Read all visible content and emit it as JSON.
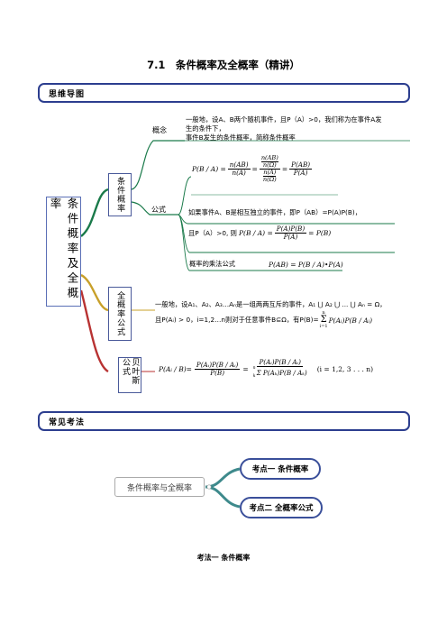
{
  "title": "7.1　条件概率及全概率（精讲）",
  "sections": {
    "mindmap": "思维导图",
    "exam": "常见考法"
  },
  "root": "条件概率及全概率",
  "branches": {
    "cond": "条件概率",
    "total": "全概率公式",
    "bayes": "贝叶斯公式"
  },
  "cond": {
    "concept_label": "概念",
    "concept_line1": "一般地，设A、B两个随机事件，且P（A）>0，我们称为在事件A发",
    "concept_line2": "生的条件下，",
    "concept_line3": "事件B发生的条件概率，简称条件概率",
    "formula_label": "公式",
    "lhs": "P(B / A) =",
    "f1_num": "n(AB)",
    "f1_den": "n(A)",
    "f2_num": "n(AB)",
    "f2_den": "n(Ω)",
    "f3_num": "n(A)",
    "f3_den": "n(Ω)",
    "f4_num": "P(AB)",
    "f4_den": "P(A)",
    "eq": "=",
    "indep_line": "如果事件A、B是相互独立的事件，即P（AB）=P(A)P(B)，",
    "indep_prefix": "且P（A）>0, 则",
    "indep_lhs": "P(B / A) =",
    "indep_num": "P(A)P(B)",
    "indep_den": "P(A)",
    "indep_rhs": "= P(B)",
    "mult_label": "概率的乘法公式",
    "mult_formula": "P(AB) = P(B / A)•P(A)"
  },
  "total": {
    "line1": "一般地，设A₁、A₂、A₃…Aₙ是一组两两互斥的事件，A₁ ⋃ A₂ ⋃ ... ⋃ Aₙ = Ω，",
    "line2_a": "且P(Aᵢ) > 0，i=1,2…n则对于任意事件B⊆Ω，有P(B)=",
    "line2_sum": "Σ",
    "line2_sum_top": "n",
    "line2_sum_bot": "i=1",
    "line2_b": "P(Aᵢ)P(B / Aᵢ)"
  },
  "bayes": {
    "lhs": "P(Aᵢ / B)=",
    "num1": "P(Aᵢ)P(B / Aᵢ)",
    "den1": "P(B)",
    "eq": "=",
    "num2": "P(Aᵢ)P(B / Aᵢ)",
    "den2": "Σ P(Aₖ)P(B / Aₖ)",
    "den2_top": "n",
    "den2_bot": "k",
    "range": "(i = 1,2, 3 . . . n)"
  },
  "exam_map": {
    "center": "条件概率与全概率",
    "item1": "考点一 条件概率",
    "item2": "考点二 全概率公式"
  },
  "subheading": "考法一 条件概率",
  "colors": {
    "bar_border": "#2c3e8f",
    "root_border": "#5a6fb6",
    "branch_green": "#1a7a4a",
    "branch_gold": "#c8a02a",
    "branch_red": "#b83232",
    "exam_teal": "#3e8a8c",
    "exam_pill_border": "#3a4f9a"
  }
}
